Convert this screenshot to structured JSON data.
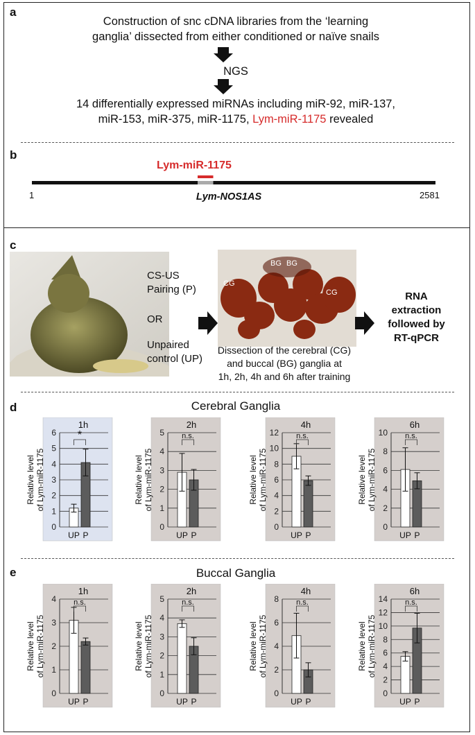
{
  "panel_a": {
    "label": "a",
    "line1": "Construction of snc cDNA libraries from the ‘learning",
    "line2": "ganglia’ dissected from either conditioned or naïve snails",
    "ngs": "NGS",
    "result1": "14 differentially expressed miRNAs including miR-92, miR-137,",
    "result2_pre": "miR-153, miR-375, miR-1175, ",
    "result2_red": "Lym-miR-1175",
    "result2_post": " revealed",
    "accent_color": "#d62b2b"
  },
  "panel_b": {
    "label": "b",
    "mirna_label": "Lym-miR-1175",
    "gene_label": "Lym-NOS1AS",
    "start": "1",
    "end": "2581",
    "mirna_start_nt": 1060,
    "mirna_end_nt": 1160,
    "gene_length_nt": 2581
  },
  "panel_c": {
    "label": "c",
    "cs_us": "CS-US",
    "pairing": "Pairing (P)",
    "or": "OR",
    "unpaired": "Unpaired",
    "control": "control (UP)",
    "bg1": "BG",
    "bg2": "BG",
    "cg1": "CG",
    "cg2": "CG",
    "dissect1": "Dissection of the cerebral (CG)",
    "dissect2": "and buccal (BG) ganglia at",
    "dissect3": "1h, 2h, 4h and 6h after training",
    "rna1": "RNA",
    "rna2": "extraction",
    "rna3": "followed by",
    "rna4": "RT-qPCR"
  },
  "panel_d": {
    "label": "d",
    "title": "Cerebral Ganglia"
  },
  "panel_e": {
    "label": "e",
    "title": "Buccal Ganglia"
  },
  "chart_data": [
    {
      "type": "bar",
      "panel": "d",
      "title": "1h",
      "categories": [
        "UP",
        "P"
      ],
      "values": [
        1.2,
        4.1
      ],
      "errors": [
        0.25,
        0.85
      ],
      "ylim": [
        0,
        6
      ],
      "yticks": [
        0,
        1,
        2,
        3,
        4,
        5,
        6
      ],
      "ylabel": "Relative level of Lym-miR-1175",
      "sig": "*",
      "bg": "#dde3f0"
    },
    {
      "type": "bar",
      "panel": "d",
      "title": "2h",
      "categories": [
        "UP",
        "P"
      ],
      "values": [
        2.9,
        2.5
      ],
      "errors": [
        1.0,
        0.55
      ],
      "ylim": [
        0,
        5
      ],
      "yticks": [
        0,
        1,
        2,
        3,
        4,
        5
      ],
      "ylabel": "Relative level of Lym-miR-1175",
      "sig": "n.s.",
      "bg": "#d5cfcc"
    },
    {
      "type": "bar",
      "panel": "d",
      "title": "4h",
      "categories": [
        "UP",
        "P"
      ],
      "values": [
        9.0,
        5.9
      ],
      "errors": [
        1.6,
        0.6
      ],
      "ylim": [
        0,
        12
      ],
      "yticks": [
        0,
        2,
        4,
        6,
        8,
        10,
        12
      ],
      "ylabel": "Relative level of Lym-miR-1175",
      "sig": "n.s.",
      "bg": "#d5cfcc"
    },
    {
      "type": "bar",
      "panel": "d",
      "title": "6h",
      "categories": [
        "UP",
        "P"
      ],
      "values": [
        6.1,
        4.9
      ],
      "errors": [
        2.3,
        0.85
      ],
      "ylim": [
        0,
        10
      ],
      "yticks": [
        0,
        2,
        4,
        6,
        8,
        10
      ],
      "ylabel": "Relative level of Lym-miR-1175",
      "sig": "n.s.",
      "bg": "#d5cfcc"
    },
    {
      "type": "bar",
      "panel": "e",
      "title": "1h",
      "categories": [
        "UP",
        "P"
      ],
      "values": [
        3.1,
        2.2
      ],
      "errors": [
        0.55,
        0.15
      ],
      "ylim": [
        0,
        4
      ],
      "yticks": [
        0,
        1,
        2,
        3,
        4
      ],
      "ylabel": "Relative level of Lym-miR-1175",
      "sig": "n.s.",
      "bg": "#d5cfcc"
    },
    {
      "type": "bar",
      "panel": "e",
      "title": "2h",
      "categories": [
        "UP",
        "P"
      ],
      "values": [
        3.7,
        2.5
      ],
      "errors": [
        0.2,
        0.45
      ],
      "ylim": [
        0,
        5
      ],
      "yticks": [
        0,
        1,
        2,
        3,
        4,
        5
      ],
      "ylabel": "Relative level of Lym-miR-1175",
      "sig": "n.s.",
      "bg": "#d5cfcc"
    },
    {
      "type": "bar",
      "panel": "e",
      "title": "4h",
      "categories": [
        "UP",
        "P"
      ],
      "values": [
        4.9,
        2.0
      ],
      "errors": [
        1.9,
        0.6
      ],
      "ylim": [
        0,
        8
      ],
      "yticks": [
        0,
        2,
        4,
        6,
        8
      ],
      "ylabel": "Relative level of Lym-miR-1175",
      "sig": "n.s.",
      "bg": "#d5cfcc"
    },
    {
      "type": "bar",
      "panel": "e",
      "title": "6h",
      "categories": [
        "UP",
        "P"
      ],
      "values": [
        5.5,
        9.7
      ],
      "errors": [
        0.7,
        2.2
      ],
      "ylim": [
        0,
        14
      ],
      "yticks": [
        0,
        2,
        4,
        6,
        8,
        10,
        12,
        14
      ],
      "ylabel": "Relative level of Lym-miR-1175",
      "sig": "n.s.",
      "bg": "#d5cfcc"
    }
  ]
}
